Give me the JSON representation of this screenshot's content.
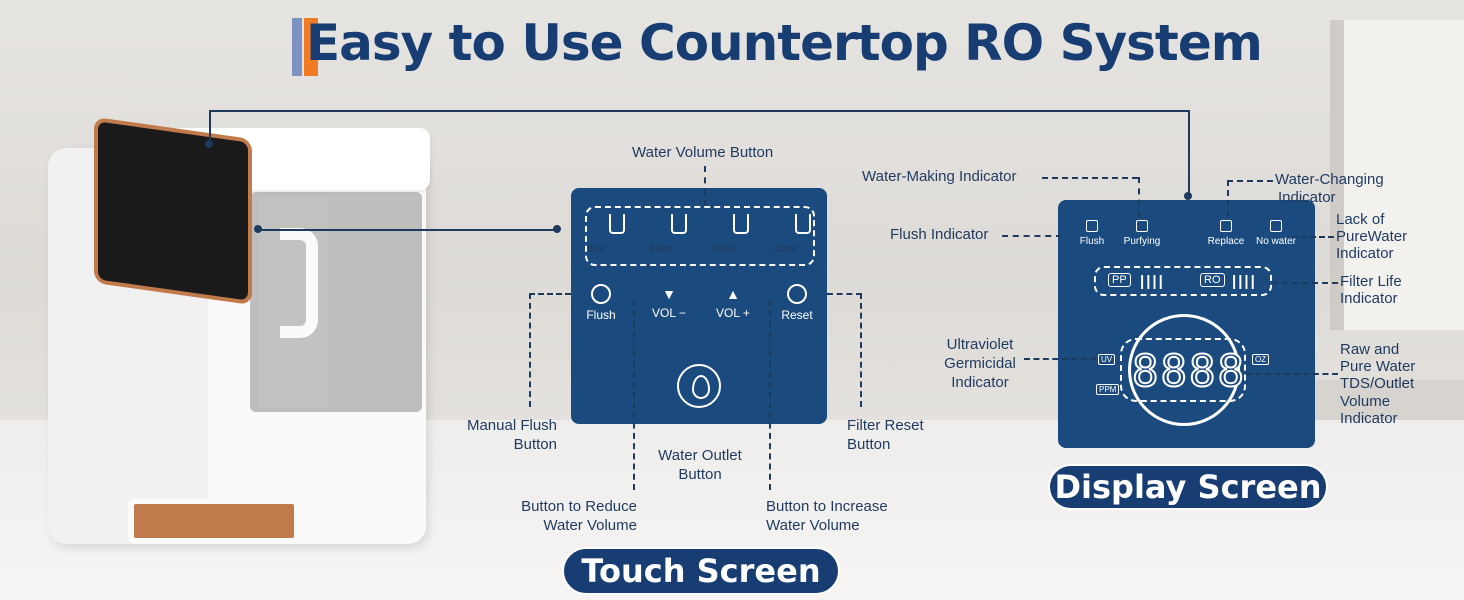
{
  "title": "Easy to Use Countertop RO System",
  "touch_screen": {
    "pill_label": "Touch Screen",
    "cups": [
      "8oz",
      "16oz",
      "30oz",
      "40oz"
    ],
    "flush_label": "Flush",
    "vol_minus_label": "VOL −",
    "vol_plus_label": "VOL +",
    "reset_label": "Reset"
  },
  "display_screen": {
    "pill_label": "Display Screen",
    "flush": "Flush",
    "purifying": "Purfying",
    "replace": "Replace",
    "no_water": "No water",
    "pp": "PP",
    "ro": "RO",
    "bars": "||||",
    "digits": "8888",
    "uv": "UV",
    "ppm": "PPM",
    "oz": "OZ"
  },
  "callouts": {
    "water_volume_button": "Water Volume Button",
    "manual_flush_1": "Manual Flush",
    "manual_flush_2": "Button",
    "water_outlet_1": "Water Outlet",
    "water_outlet_2": "Button",
    "reduce_1": "Button to Reduce",
    "reduce_2": "Water Volume",
    "increase_1": "Button to Increase",
    "increase_2": "Water Volume",
    "filter_reset_1": "Filter Reset",
    "filter_reset_2": "Button",
    "water_making": "Water-Making Indicator",
    "flush_indicator": "Flush Indicator",
    "water_changing_1": "Water-Changing",
    "water_changing_2": "Indicator",
    "lack_1": "Lack of",
    "lack_2": "PureWater",
    "lack_3": "Indicator",
    "filter_life_1": "Filter Life",
    "filter_life_2": "Indicator",
    "uv_1": "Ultraviolet",
    "uv_2": "Germicidal",
    "uv_3": "Indicator",
    "tds_1": "Raw and",
    "tds_2": "Pure Water",
    "tds_3": "TDS/Outlet",
    "tds_4": "Volume",
    "tds_5": "Indicator"
  },
  "colors": {
    "navy": "#173d72",
    "panel_blue": "#1b4a7e",
    "accent_orange": "#f07b22",
    "accent_lavender": "#7d92c2",
    "copper": "#c07a4c"
  },
  "icons": [
    "cup-icon",
    "flush-icon",
    "triangle-down-icon",
    "triangle-up-icon",
    "reset-icon",
    "water-drop-icon",
    "purifying-icon",
    "replace-icon",
    "no-water-icon"
  ]
}
